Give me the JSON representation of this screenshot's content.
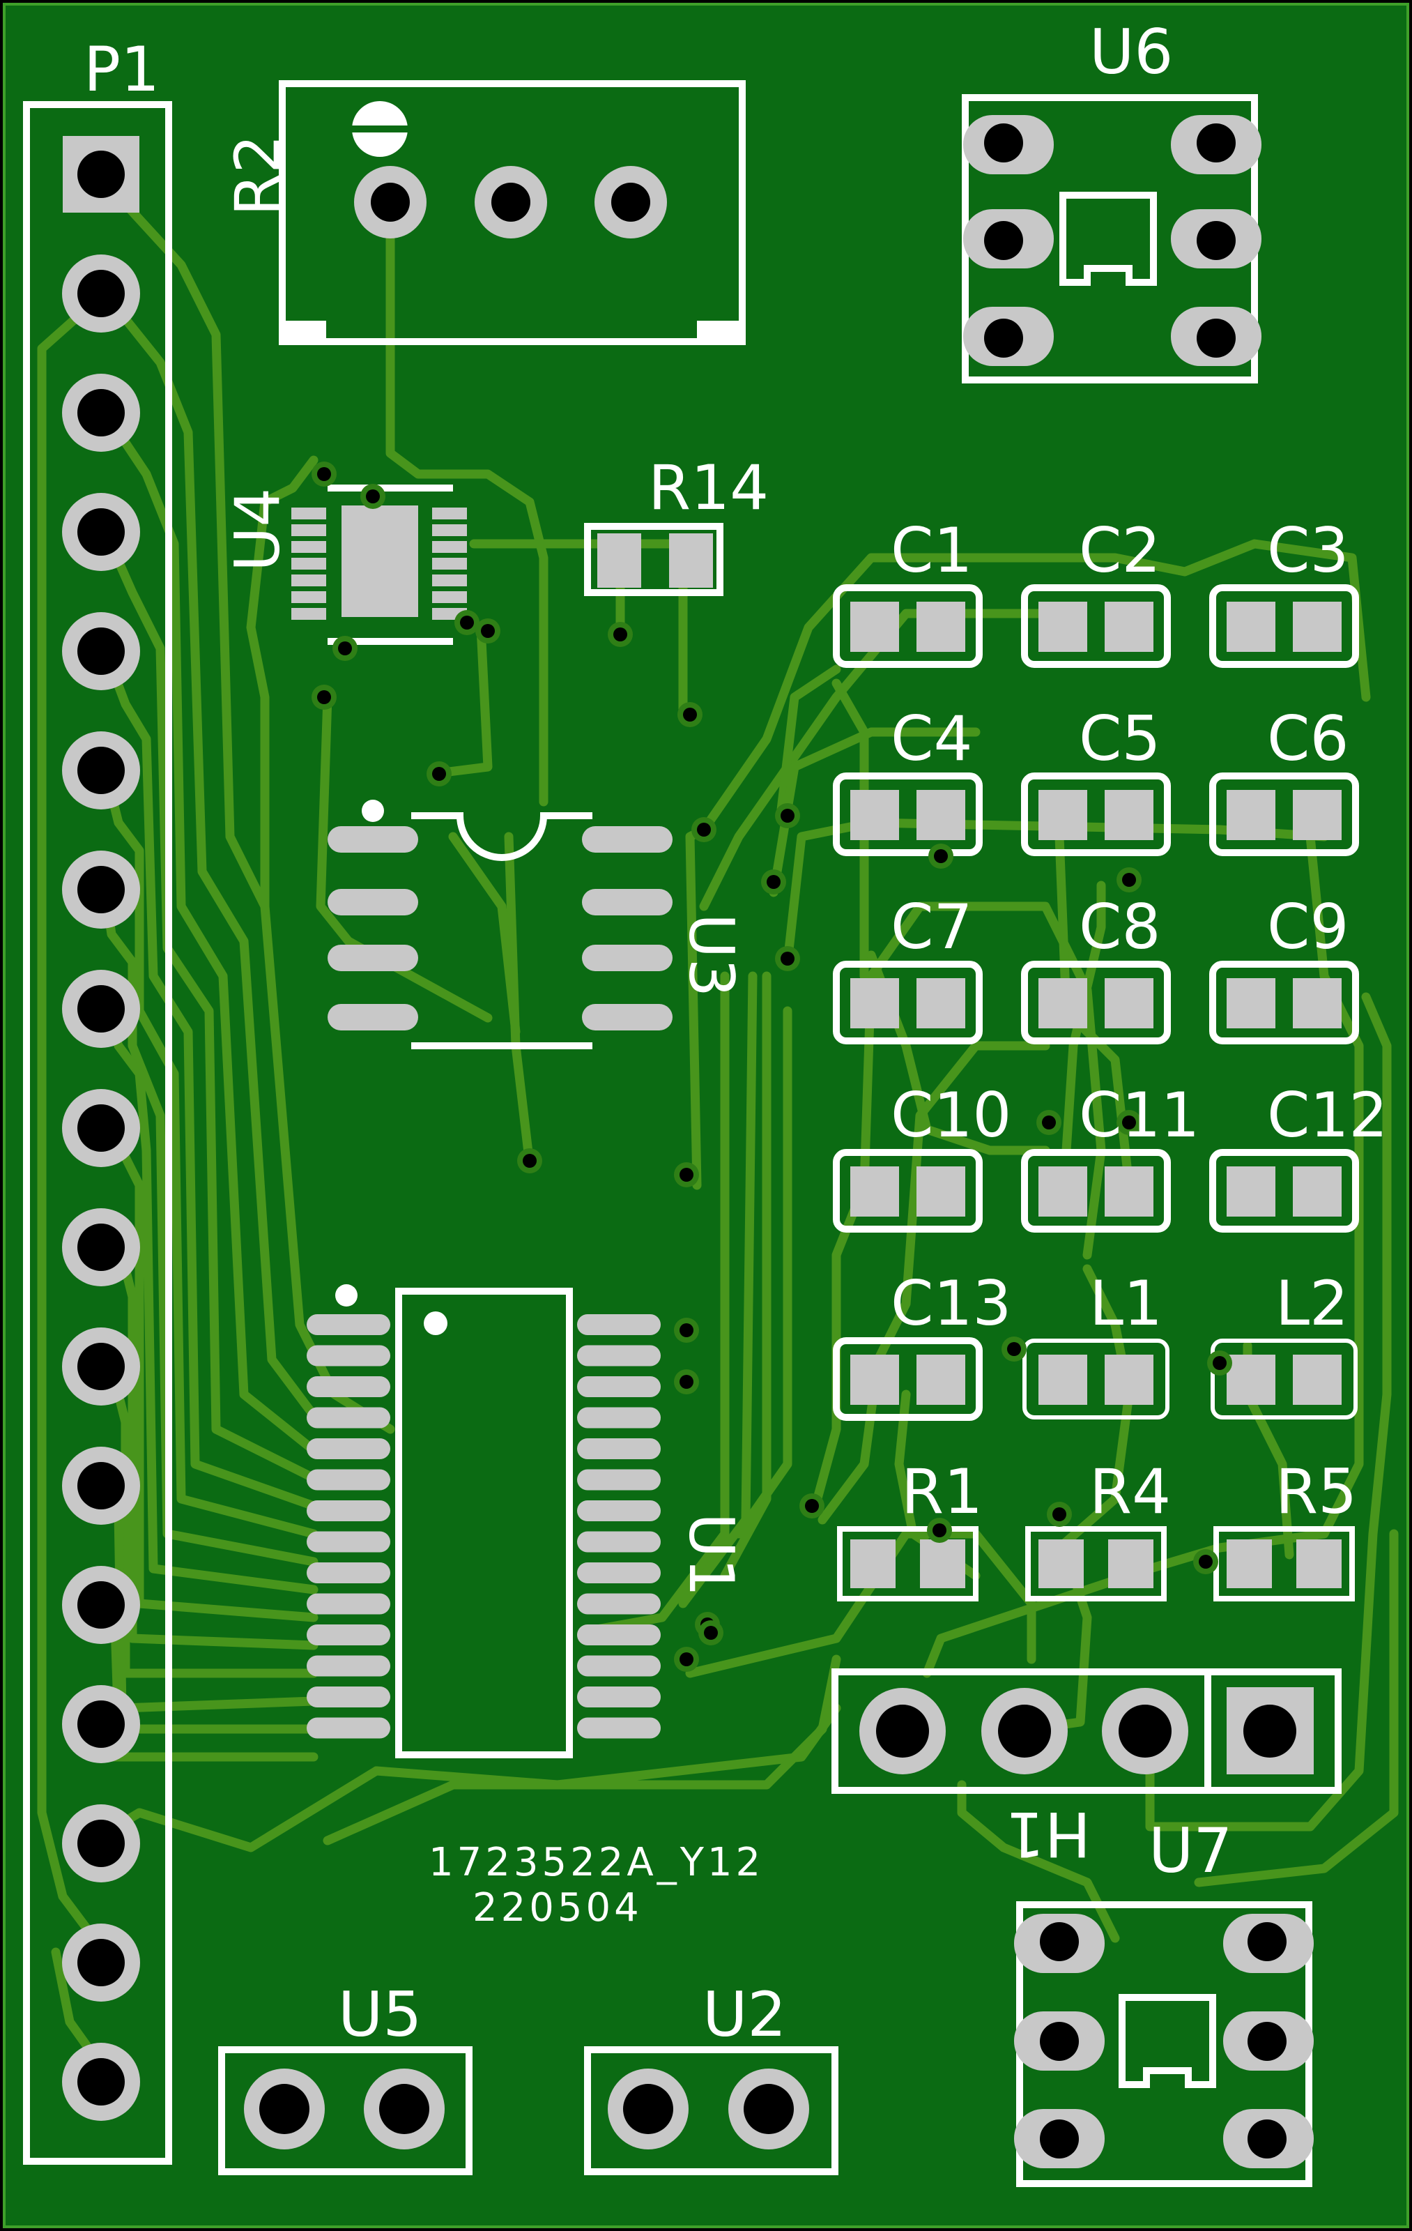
{
  "board": {
    "substrate_color": "#0b6b13",
    "copper_color": "#3d8a12",
    "trace_color": "#5c961a",
    "pad_color": "#c8c8c8",
    "silk_color": "#ffffff",
    "hole_color": "#000000"
  },
  "labels": {
    "P1": "P1",
    "R2": "R2",
    "U6": "U6",
    "U4": "U4",
    "R14": "R14",
    "U3": "U3",
    "U1": "U1",
    "C1": "C1",
    "C2": "C2",
    "C3": "C3",
    "C4": "C4",
    "C5": "C5",
    "C6": "C6",
    "C7": "C7",
    "C8": "C8",
    "C9": "C9",
    "C10": "C10",
    "C11": "C11",
    "C12": "C12",
    "C13": "C13",
    "L1": "L1",
    "L2": "L2",
    "R1": "R1",
    "R4": "R4",
    "R5": "R5",
    "H1": "H1",
    "U7": "U7",
    "U5": "U5",
    "U2": "U2"
  },
  "board_id": {
    "line1": "1723522A_Y12",
    "line2": "220504"
  }
}
